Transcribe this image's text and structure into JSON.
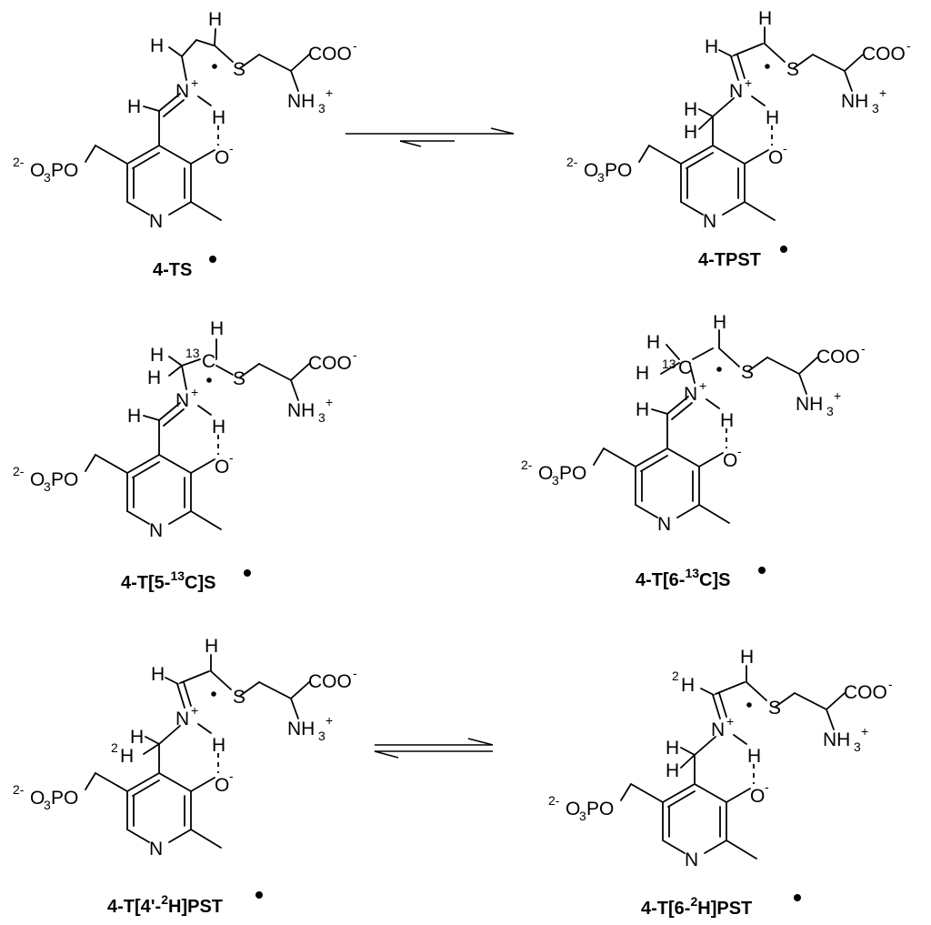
{
  "atoms": {
    "H": "H",
    "S": "S",
    "N": "N",
    "C": "C",
    "O": "O",
    "COO": "COO",
    "NH": "NH",
    "O3PO": "O",
    "PO": "PO",
    "n3": "3",
    "n2": "2",
    "n13": "13",
    "minus": "-",
    "plus": "+",
    "two_minus": "2-"
  },
  "molecules": [
    {
      "id": "4-TS",
      "label": "4-TS",
      "label_tail": ""
    },
    {
      "id": "4-TPST",
      "label": "4-TPST",
      "label_tail": ""
    },
    {
      "id": "4-T[5-13C]S",
      "label": "4-T[5-",
      "label_sup": "13",
      "label_tail": "C]S"
    },
    {
      "id": "4-T[6-13C]S",
      "label": "4-T[6-",
      "label_sup": "13",
      "label_tail": "C]S"
    },
    {
      "id": "4-T[4'-2H]PST",
      "label": "4-T[4'-",
      "label_sup": "2",
      "label_tail": "H]PST"
    },
    {
      "id": "4-T[6-2H]PST",
      "label": "4-T[6-",
      "label_sup": "2",
      "label_tail": "H]PST"
    }
  ],
  "equilibria": [
    {
      "from": "4-TS",
      "to": "4-TPST",
      "kind": "unequal-forward"
    },
    {
      "from": "4-T[4'-2H]PST",
      "to": "4-T[6-2H]PST",
      "kind": "equal"
    }
  ]
}
